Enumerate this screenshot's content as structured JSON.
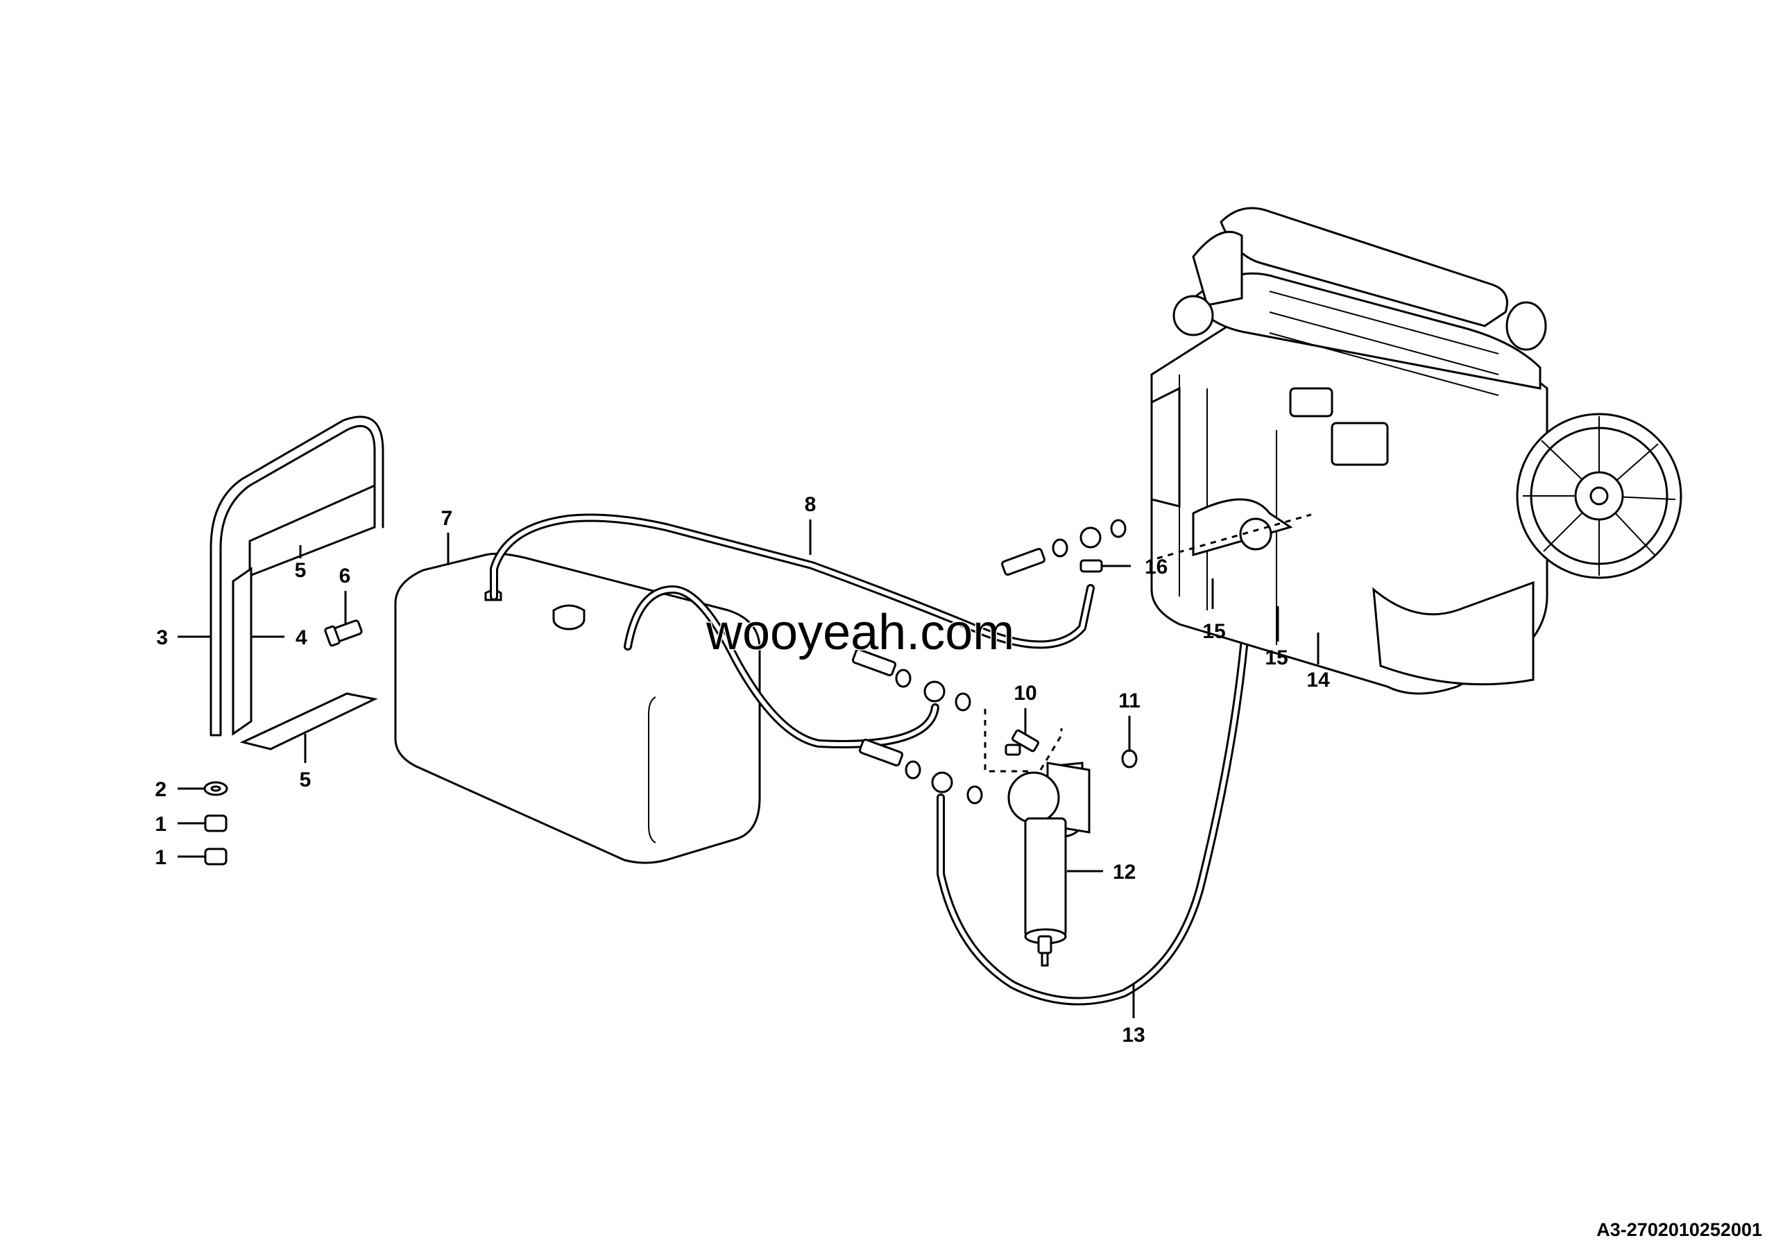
{
  "callouts": [
    {
      "id": "c1a",
      "text": "1"
    },
    {
      "id": "c1b",
      "text": "1"
    },
    {
      "id": "c2",
      "text": "2"
    },
    {
      "id": "c3",
      "text": "3"
    },
    {
      "id": "c4",
      "text": "4"
    },
    {
      "id": "c5a",
      "text": "5"
    },
    {
      "id": "c5b",
      "text": "5"
    },
    {
      "id": "c6",
      "text": "6"
    },
    {
      "id": "c7",
      "text": "7"
    },
    {
      "id": "c8",
      "text": "8"
    },
    {
      "id": "c10",
      "text": "10"
    },
    {
      "id": "c11",
      "text": "11"
    },
    {
      "id": "c12",
      "text": "12"
    },
    {
      "id": "c13",
      "text": "13"
    },
    {
      "id": "c14",
      "text": "14"
    },
    {
      "id": "c15a",
      "text": "15"
    },
    {
      "id": "c15b",
      "text": "15"
    },
    {
      "id": "c16",
      "text": "16"
    }
  ],
  "watermark": "wooyeah.com",
  "drawing_ref": "A3-2702010252001",
  "colors": {
    "ink": "#000000",
    "paper": "#ffffff"
  }
}
